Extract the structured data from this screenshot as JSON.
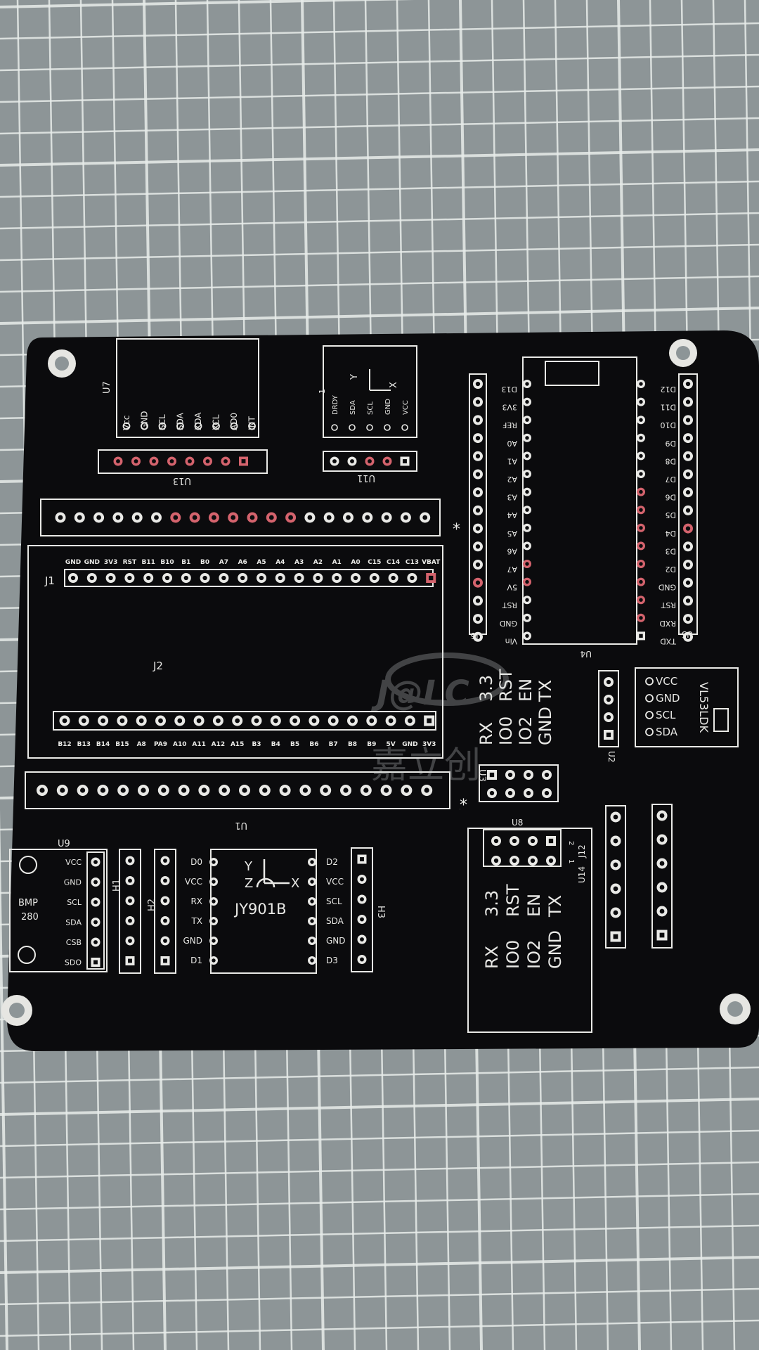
{
  "colors": {
    "mat": "#8d9597",
    "mat_grid": "#e8ecea",
    "board": "#0b0b0d",
    "silk": "#e9e9e6",
    "copper_red": "#d4636d"
  },
  "u7": {
    "designator": "U7",
    "pins": [
      "Vcc",
      "GND",
      "SCL",
      "SDA",
      "XDA",
      "XCL",
      "AD0",
      "INT"
    ]
  },
  "u13": {
    "designator": "U13"
  },
  "u11": {
    "designator": "U11",
    "pin1_mark": "1",
    "axis_y": "Y",
    "axis_x": "X",
    "pins": [
      "DRDY",
      "SDA",
      "SCL",
      "GND",
      "VCC"
    ]
  },
  "header_top_marker": "*",
  "j1": {
    "designator": "J1",
    "pins": [
      "GND",
      "GND",
      "3V3",
      "RST",
      "B11",
      "B10",
      "B1",
      "B0",
      "A7",
      "A6",
      "A5",
      "A4",
      "A3",
      "A2",
      "A1",
      "A0",
      "C15",
      "C14",
      "C13",
      "VBAT"
    ]
  },
  "j2": {
    "designator": "J2",
    "pins": [
      "B12",
      "B13",
      "B14",
      "B15",
      "A8",
      "PA9",
      "A10",
      "A11",
      "A12",
      "A15",
      "B3",
      "B4",
      "B5",
      "B6",
      "B7",
      "B8",
      "B9",
      "5V",
      "GND",
      "3V3"
    ]
  },
  "u1": {
    "designator": "U1",
    "marker": "*"
  },
  "u4": {
    "designator": "U4",
    "left_pins": [
      "D13",
      "3V3",
      "REF",
      "A0",
      "A1",
      "A2",
      "A3",
      "A4",
      "A5",
      "A6",
      "A7",
      "5V",
      "RST",
      "GND",
      "Vin"
    ],
    "right_pins": [
      "D12",
      "D11",
      "D10",
      "D9",
      "D8",
      "D7",
      "D6",
      "D5",
      "D4",
      "D3",
      "D2",
      "GND",
      "RST",
      "RXD",
      "TXD"
    ]
  },
  "u6": {
    "designator": "U6"
  },
  "u5": {
    "designator": "U5"
  },
  "esp01_labels": {
    "col1": [
      "RX",
      "3.3"
    ],
    "col2": [
      "IO0",
      "RST"
    ],
    "col3": [
      "IO2",
      "EN"
    ],
    "col4": [
      "GND",
      "TX"
    ]
  },
  "u3": {
    "designator": "U3",
    "marker": "*"
  },
  "u2": {
    "designator": "U2"
  },
  "vl53": {
    "name": "VL53LDK",
    "pins": [
      "VCC",
      "GND",
      "SCL",
      "SDA"
    ]
  },
  "u8": {
    "designator": "U8",
    "pin_marks": [
      "2",
      "1"
    ]
  },
  "u14": {
    "designator": "U14"
  },
  "j12": {
    "designator": "J12"
  },
  "u9": {
    "designator": "U9",
    "module_label": [
      "BMP",
      "280"
    ],
    "pins": [
      "VCC",
      "GND",
      "SCL",
      "SDA",
      "CSB",
      "SDO"
    ]
  },
  "h1": {
    "designator": "H1"
  },
  "h2": {
    "designator": "H2"
  },
  "h3": {
    "designator": "H3"
  },
  "jy901": {
    "name": "JY901B",
    "axis_y": "Y",
    "axis_x": "X",
    "axis_z": "Z",
    "left_pins": [
      "D0",
      "VCC",
      "RX",
      "TX",
      "GND",
      "D1"
    ],
    "right_pins": [
      "D2",
      "VCC",
      "SCL",
      "SDA",
      "GND",
      "D3"
    ]
  },
  "watermark": {
    "logo": "J@LC",
    "chinese": "嘉立创"
  }
}
